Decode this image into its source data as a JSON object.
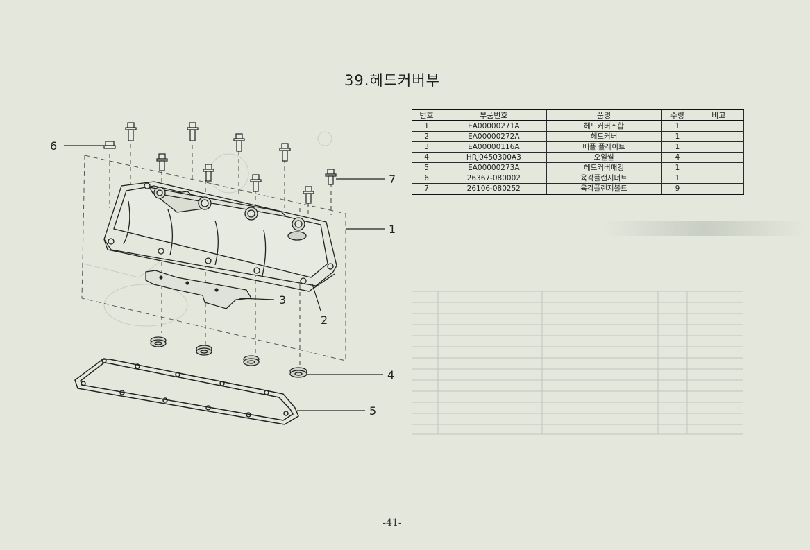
{
  "title": "39.헤드커버부",
  "table": {
    "headers": [
      "번호",
      "부품번호",
      "품명",
      "수량",
      "비고"
    ],
    "rows": [
      {
        "no": "1",
        "part_no": "EA00000271A",
        "name": "헤드커버조합",
        "qty": "1",
        "remark": ""
      },
      {
        "no": "2",
        "part_no": "EA00000272A",
        "name": "헤드커버",
        "qty": "1",
        "remark": ""
      },
      {
        "no": "3",
        "part_no": "EA00000116A",
        "name": "배플 플레이트",
        "qty": "1",
        "remark": ""
      },
      {
        "no": "4",
        "part_no": "HRJ0450300A3",
        "name": "오일씰",
        "qty": "4",
        "remark": ""
      },
      {
        "no": "5",
        "part_no": "EA00000273A",
        "name": "헤드커버패킹",
        "qty": "1",
        "remark": ""
      },
      {
        "no": "6",
        "part_no": "26367-080002",
        "name": "육각플랜지너트",
        "qty": "1",
        "remark": ""
      },
      {
        "no": "7",
        "part_no": "26106-080252",
        "name": "육각플랜지볼트",
        "qty": "9",
        "remark": ""
      }
    ]
  },
  "callouts": {
    "c1": "1",
    "c2": "2",
    "c3": "3",
    "c4": "4",
    "c5": "5",
    "c6": "6",
    "c7": "7"
  },
  "page_number": "-41-"
}
